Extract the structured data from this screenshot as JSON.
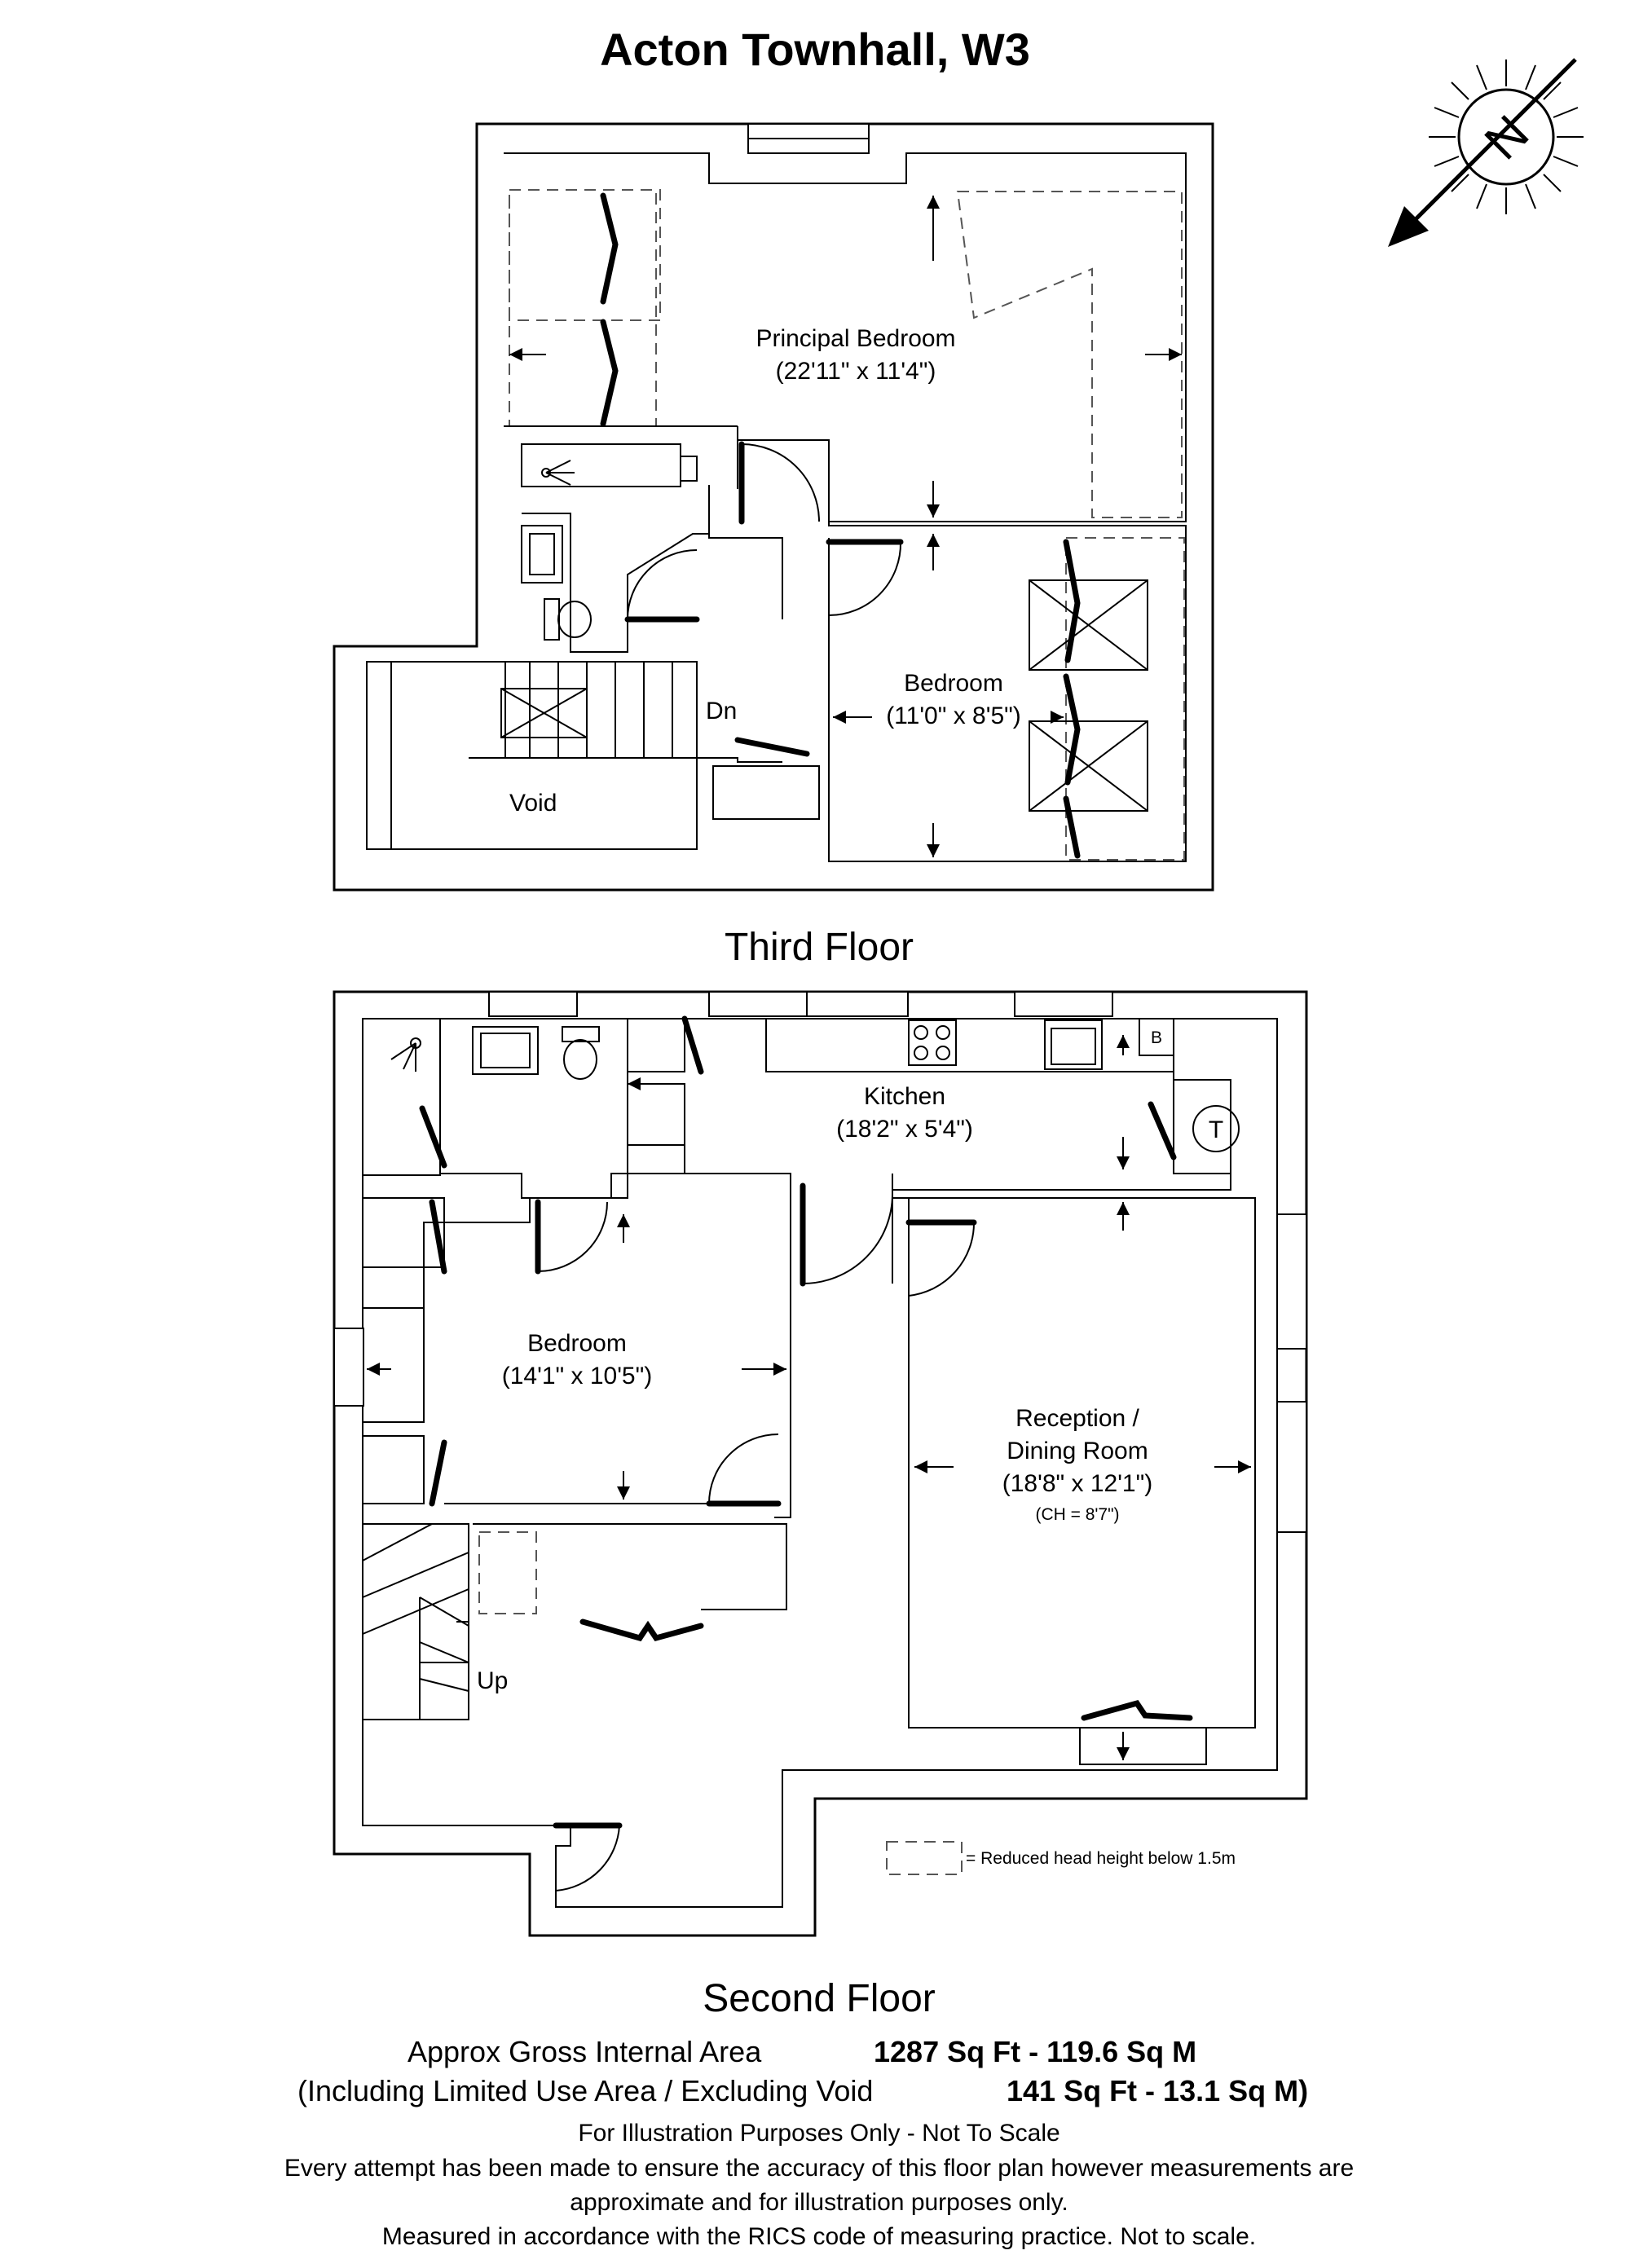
{
  "title": "Acton Townhall, W3",
  "floors": {
    "third": {
      "name": "Third Floor",
      "rooms": {
        "principal_bedroom": {
          "name": "Principal Bedroom",
          "dims": "(22'11\" x 11'4\")"
        },
        "bedroom": {
          "name": "Bedroom",
          "dims": "(11'0\" x 8'5\")"
        }
      },
      "labels": {
        "stairs": "Dn",
        "void": "Void"
      }
    },
    "second": {
      "name": "Second Floor",
      "rooms": {
        "kitchen": {
          "name": "Kitchen",
          "dims": "(18'2\" x 5'4\")"
        },
        "bedroom": {
          "name": "Bedroom",
          "dims": "(14'1\" x 10'5\")"
        },
        "reception": {
          "name_line1": "Reception /",
          "name_line2": "Dining Room",
          "dims": "(18'8\" x 12'1\")",
          "ceiling": "(CH = 8'7\")"
        }
      },
      "labels": {
        "stairs": "Up",
        "boiler": "B",
        "tank": "T"
      }
    }
  },
  "legend": "= Reduced head height below 1.5m",
  "compass": {
    "letter": "N"
  },
  "area": {
    "line1_label": "Approx Gross Internal Area",
    "line1_value": "1287 Sq Ft - 119.6 Sq M",
    "line2_label": "(Including Limited Use Area / Excluding Void",
    "line2_value": "141 Sq Ft - 13.1 Sq M)"
  },
  "disclaimer": {
    "line1": "For Illustration Purposes Only - Not To Scale",
    "line2": "Every attempt has been made to ensure the accuracy of this floor plan however measurements are",
    "line3": "approximate and for illustration purposes only.",
    "line4": "Measured in accordance with the RICS code of measuring practice. Not to scale."
  }
}
